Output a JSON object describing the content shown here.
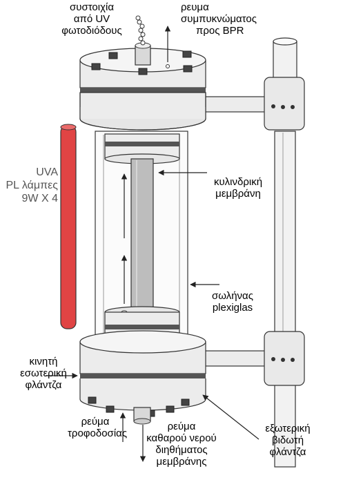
{
  "labels": {
    "uv_array": [
      "συστοιχία",
      "από UV",
      "φωτοδιόδους"
    ],
    "retentate": [
      "ρευμα",
      "συμπυκνώματος",
      "προς  BPR"
    ],
    "uva_lamps": [
      "UVA",
      "PL λάμπες",
      "9W X 4"
    ],
    "cylindrical_membrane": [
      "κυλινδρική",
      "μεμβράνη"
    ],
    "plexiglas_tube": [
      "σωλήνας",
      "plexiglas"
    ],
    "inner_flange": [
      "κινητή",
      "εσωτερική",
      "φλάντζα"
    ],
    "feed_stream": [
      "ρεύμα",
      "τροφοδοσίας"
    ],
    "permeate_stream": [
      "ρεύμα",
      "καθαρού νερού",
      "διηθήματος",
      "μεμβράνης"
    ],
    "outer_flange": [
      "εξωτερική",
      "βιδωτή",
      "φλάντζα"
    ]
  },
  "colors": {
    "lamp": "#e04444",
    "metal": "#ececec",
    "outline": "#333333",
    "dark_band": "#555555",
    "membrane": "#bdbdbd"
  }
}
